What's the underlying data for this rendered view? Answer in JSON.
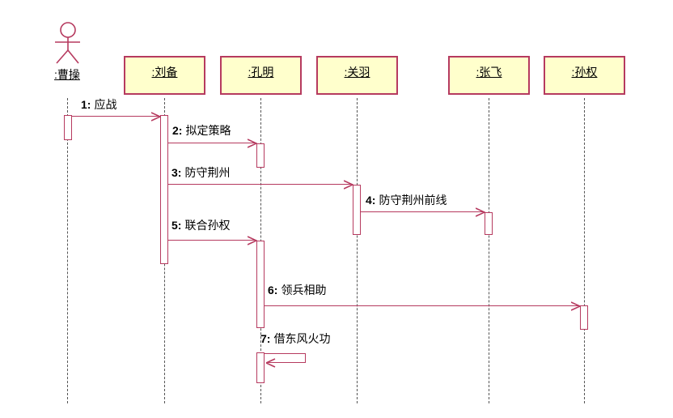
{
  "diagram": {
    "type": "uml-sequence-diagram",
    "colors": {
      "accent": "#b63a5f",
      "box_fill": "#ffffcc",
      "lifeline": "#555555",
      "text": "#000000",
      "background": "#ffffff"
    },
    "actors": [
      {
        "id": "caocao",
        "label": ":曹操",
        "kind": "actor"
      },
      {
        "id": "liubei",
        "label": ":刘备",
        "kind": "object"
      },
      {
        "id": "kongming",
        "label": ":孔明",
        "kind": "object"
      },
      {
        "id": "guanyu",
        "label": ":关羽",
        "kind": "object"
      },
      {
        "id": "zhangfei",
        "label": ":张飞",
        "kind": "object"
      },
      {
        "id": "sunquan",
        "label": ":孙权",
        "kind": "object"
      }
    ],
    "messages": [
      {
        "num": "1:",
        "text": "应战",
        "from": ":曹操",
        "to": ":刘备",
        "self": false
      },
      {
        "num": "2:",
        "text": "拟定策略",
        "from": ":刘备",
        "to": ":孔明",
        "self": false
      },
      {
        "num": "3:",
        "text": "防守荆州",
        "from": ":刘备",
        "to": ":关羽",
        "self": false
      },
      {
        "num": "4:",
        "text": "防守荆州前线",
        "from": ":关羽",
        "to": ":张飞",
        "self": false
      },
      {
        "num": "5:",
        "text": "联合孙权",
        "from": ":刘备",
        "to": ":孔明",
        "self": false
      },
      {
        "num": "6:",
        "text": "领兵相助",
        "from": ":孔明",
        "to": ":孙权",
        "self": false
      },
      {
        "num": "7:",
        "text": "借东风火功",
        "from": ":孔明",
        "to": ":孔明",
        "self": true
      }
    ]
  }
}
